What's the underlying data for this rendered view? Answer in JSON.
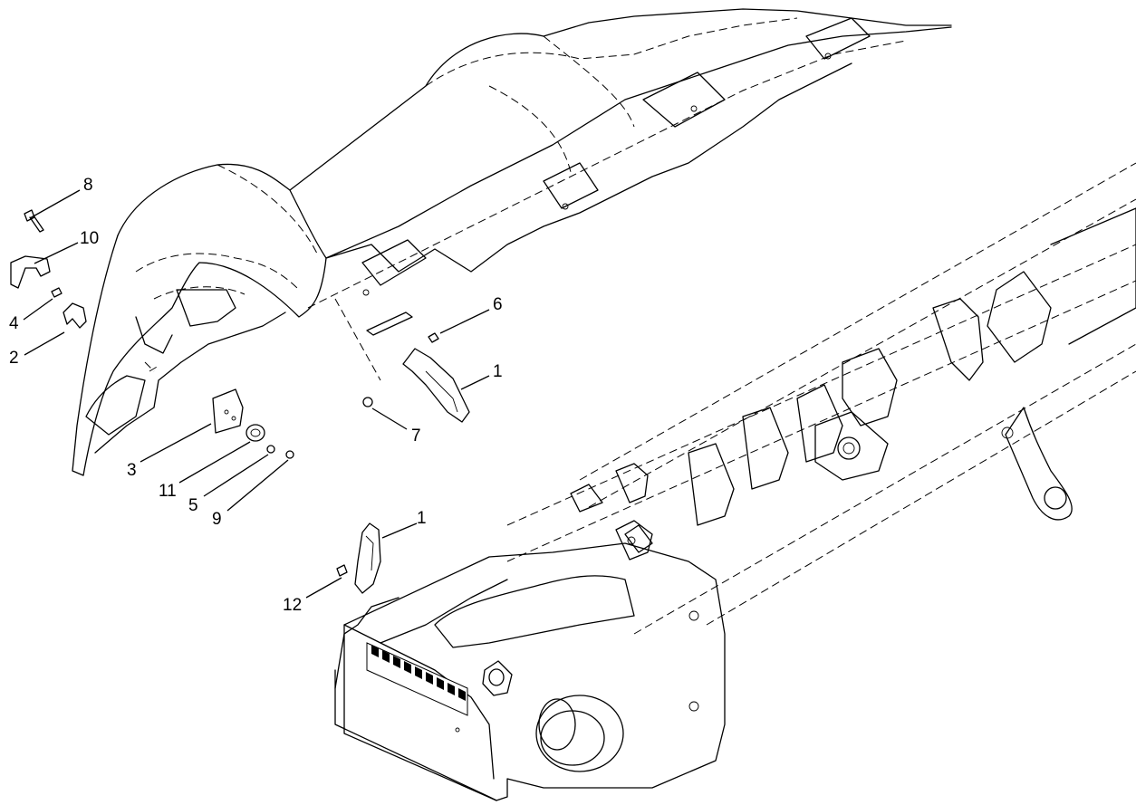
{
  "diagram": {
    "callouts": [
      {
        "id": "c1a",
        "label": "1"
      },
      {
        "id": "c1b",
        "label": "1"
      },
      {
        "id": "c2",
        "label": "2"
      },
      {
        "id": "c3",
        "label": "3"
      },
      {
        "id": "c4",
        "label": "4"
      },
      {
        "id": "c5",
        "label": "5"
      },
      {
        "id": "c6",
        "label": "6"
      },
      {
        "id": "c7",
        "label": "7"
      },
      {
        "id": "c8",
        "label": "8"
      },
      {
        "id": "c9",
        "label": "9"
      },
      {
        "id": "c10",
        "label": "10"
      },
      {
        "id": "c11",
        "label": "11"
      },
      {
        "id": "c12",
        "label": "12"
      }
    ]
  }
}
